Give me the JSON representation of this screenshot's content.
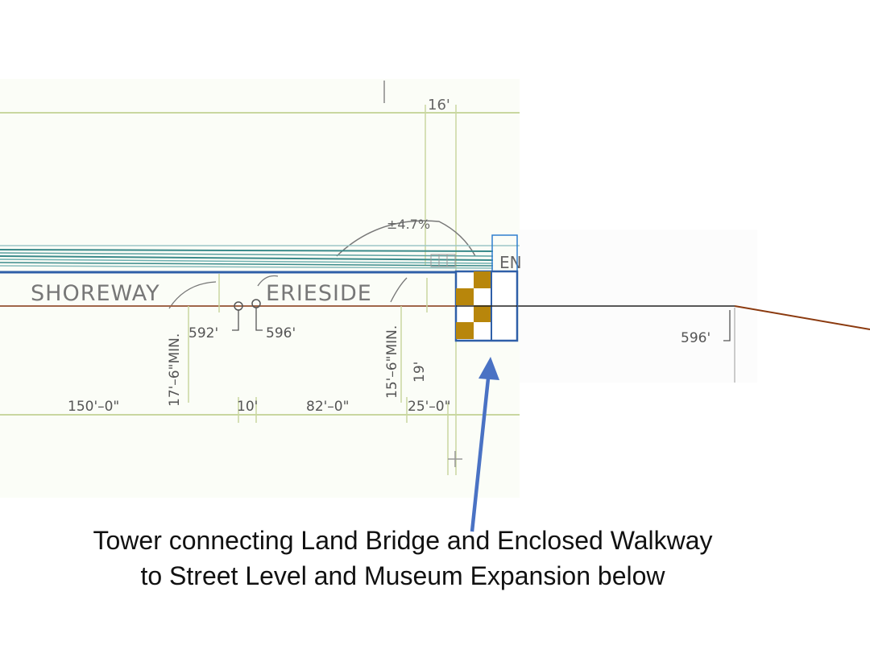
{
  "labels": {
    "street_shoreway": "SHOREWAY",
    "street_erieside": "ERIESIDE",
    "grade": "±4.7%",
    "top_dim": "16'",
    "partial_label": "EN"
  },
  "dimensions": {
    "width_150": "150'–0\"",
    "width_10": "10'",
    "width_82": "82'–0\"",
    "width_25": "25'–0\"",
    "clear_17": "17'–6\"MIN.",
    "clear_15": "15'–6\"MIN.",
    "height_19": "19'",
    "elev_592": "592'",
    "elev_596_left": "596'",
    "elev_596_right": "596'"
  },
  "caption": {
    "line1": "Tower connecting Land Bridge and Enclosed Walkway",
    "line2": "to Street Level and Museum Expansion below"
  },
  "colors": {
    "tower_outline": "#2f5fa8",
    "tower_fill": "#b8860b",
    "arrow": "#4a72c4",
    "ground_line": "#8b3a0f",
    "bridge_lines": "#3a8a8a"
  }
}
